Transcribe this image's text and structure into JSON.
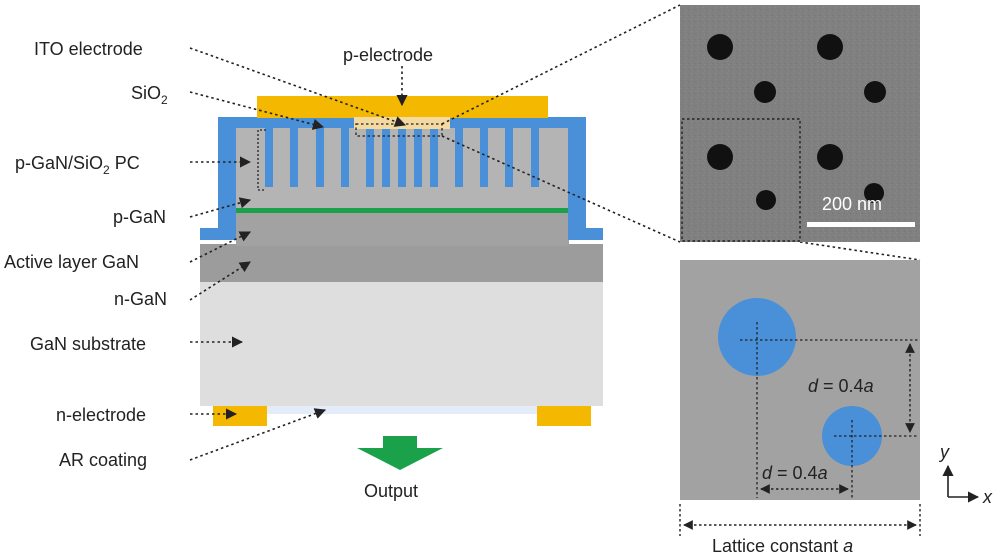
{
  "labels": {
    "ito_electrode": "ITO electrode",
    "p_electrode": "p-electrode",
    "sio2_main": "SiO",
    "sio2_sub": "2",
    "pc_prefix": "p-GaN/SiO",
    "pc_sub": "2",
    "pc_suffix": " PC",
    "p_gan": "p-GaN",
    "active_layer": "Active layer GaN",
    "n_gan": "n-GaN",
    "substrate": "GaN substrate",
    "n_electrode": "n-electrode",
    "ar_coating": "AR coating",
    "output": "Output"
  },
  "sem": {
    "scale_label": "200 nm"
  },
  "lattice": {
    "d_label_right_italic": "d",
    "d_label_right_rest": " = 0.4",
    "d_label_right_a": "a",
    "d_label_bottom_italic": "d",
    "d_label_bottom_rest": " = 0.4",
    "d_label_bottom_a": "a",
    "caption_text": "Lattice constant ",
    "caption_var": "a",
    "axis_y": "y",
    "axis_x": "x"
  },
  "colors": {
    "electrode": "#f5b800",
    "sio2": "#4a90d9",
    "active": "#1aa14a",
    "pgan": "#a8a8a8",
    "active_gan": "#9a9a9a",
    "substrate": "#dedede",
    "ar": "#e3ecf8",
    "output_arrow": "#1aa14a",
    "sem_bg": "#7e7e7e",
    "lattice_bg": "#a2a2a2",
    "hole": "#4a90d9"
  }
}
